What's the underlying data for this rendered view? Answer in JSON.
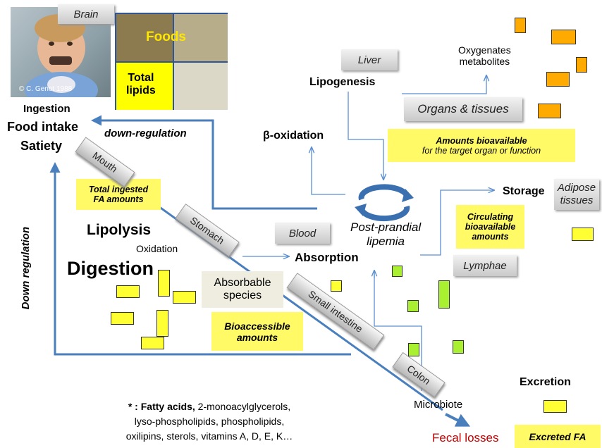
{
  "photo": {
    "credit": "© C. Genot 1988"
  },
  "labels": {
    "brain": "Brain",
    "foods": "Foods",
    "total_lipids": "Total\nlipids",
    "ingestion": "Ingestion",
    "food_intake": "Food intake",
    "satiety": "Satiety",
    "down_regulation_top": "down-regulation",
    "down_regulation_left": "Down regulation",
    "liver": "Liver",
    "lipogenesis": "Lipogenesis",
    "oxygenates": "Oxygenates\nmetabolites",
    "organs_tissues": "Organs & tissues",
    "beta_oxidation": "β-oxidation",
    "amounts_bioavailable": "Amounts bioavailable",
    "for_target": "for the target organ or function",
    "post_prandial": "Post-prandial\nlipemia",
    "storage": "Storage",
    "adipose": "Adipose\ntissues",
    "circulating": "Circulating\nbioavailable\namounts",
    "blood": "Blood",
    "absorption": "Absorption",
    "lymphae": "Lymphae",
    "total_ingested": "Total ingested\nFA amounts",
    "lipolysis": "Lipolysis",
    "oxidation": "Oxidation",
    "digestion": "Digestion",
    "absorbable": "Absorbable\nspecies",
    "bioaccessible": "Bioaccessible\namounts",
    "mouth": "Mouth",
    "stomach": "Stomach",
    "small_intestine": "Small intestine",
    "colon": "Colon",
    "microbiote": "Microbiote",
    "fecal_losses": "Fecal losses",
    "excretion": "Excretion",
    "excreted_fa": "Excreted FA"
  },
  "footnote": {
    "lead": "* : Fatty acids,",
    "line1": " 2-monoacylglycerols,",
    "line2": "lyso-phospholipids, phospholipids,",
    "line3": "oxilipins, sterols, vitamins A, D, E, K…"
  },
  "colors": {
    "arrow": "#4a7fbe",
    "thin": "#5b8fd0",
    "yellow_box": "#fffa66",
    "fecal": "#c00000"
  }
}
